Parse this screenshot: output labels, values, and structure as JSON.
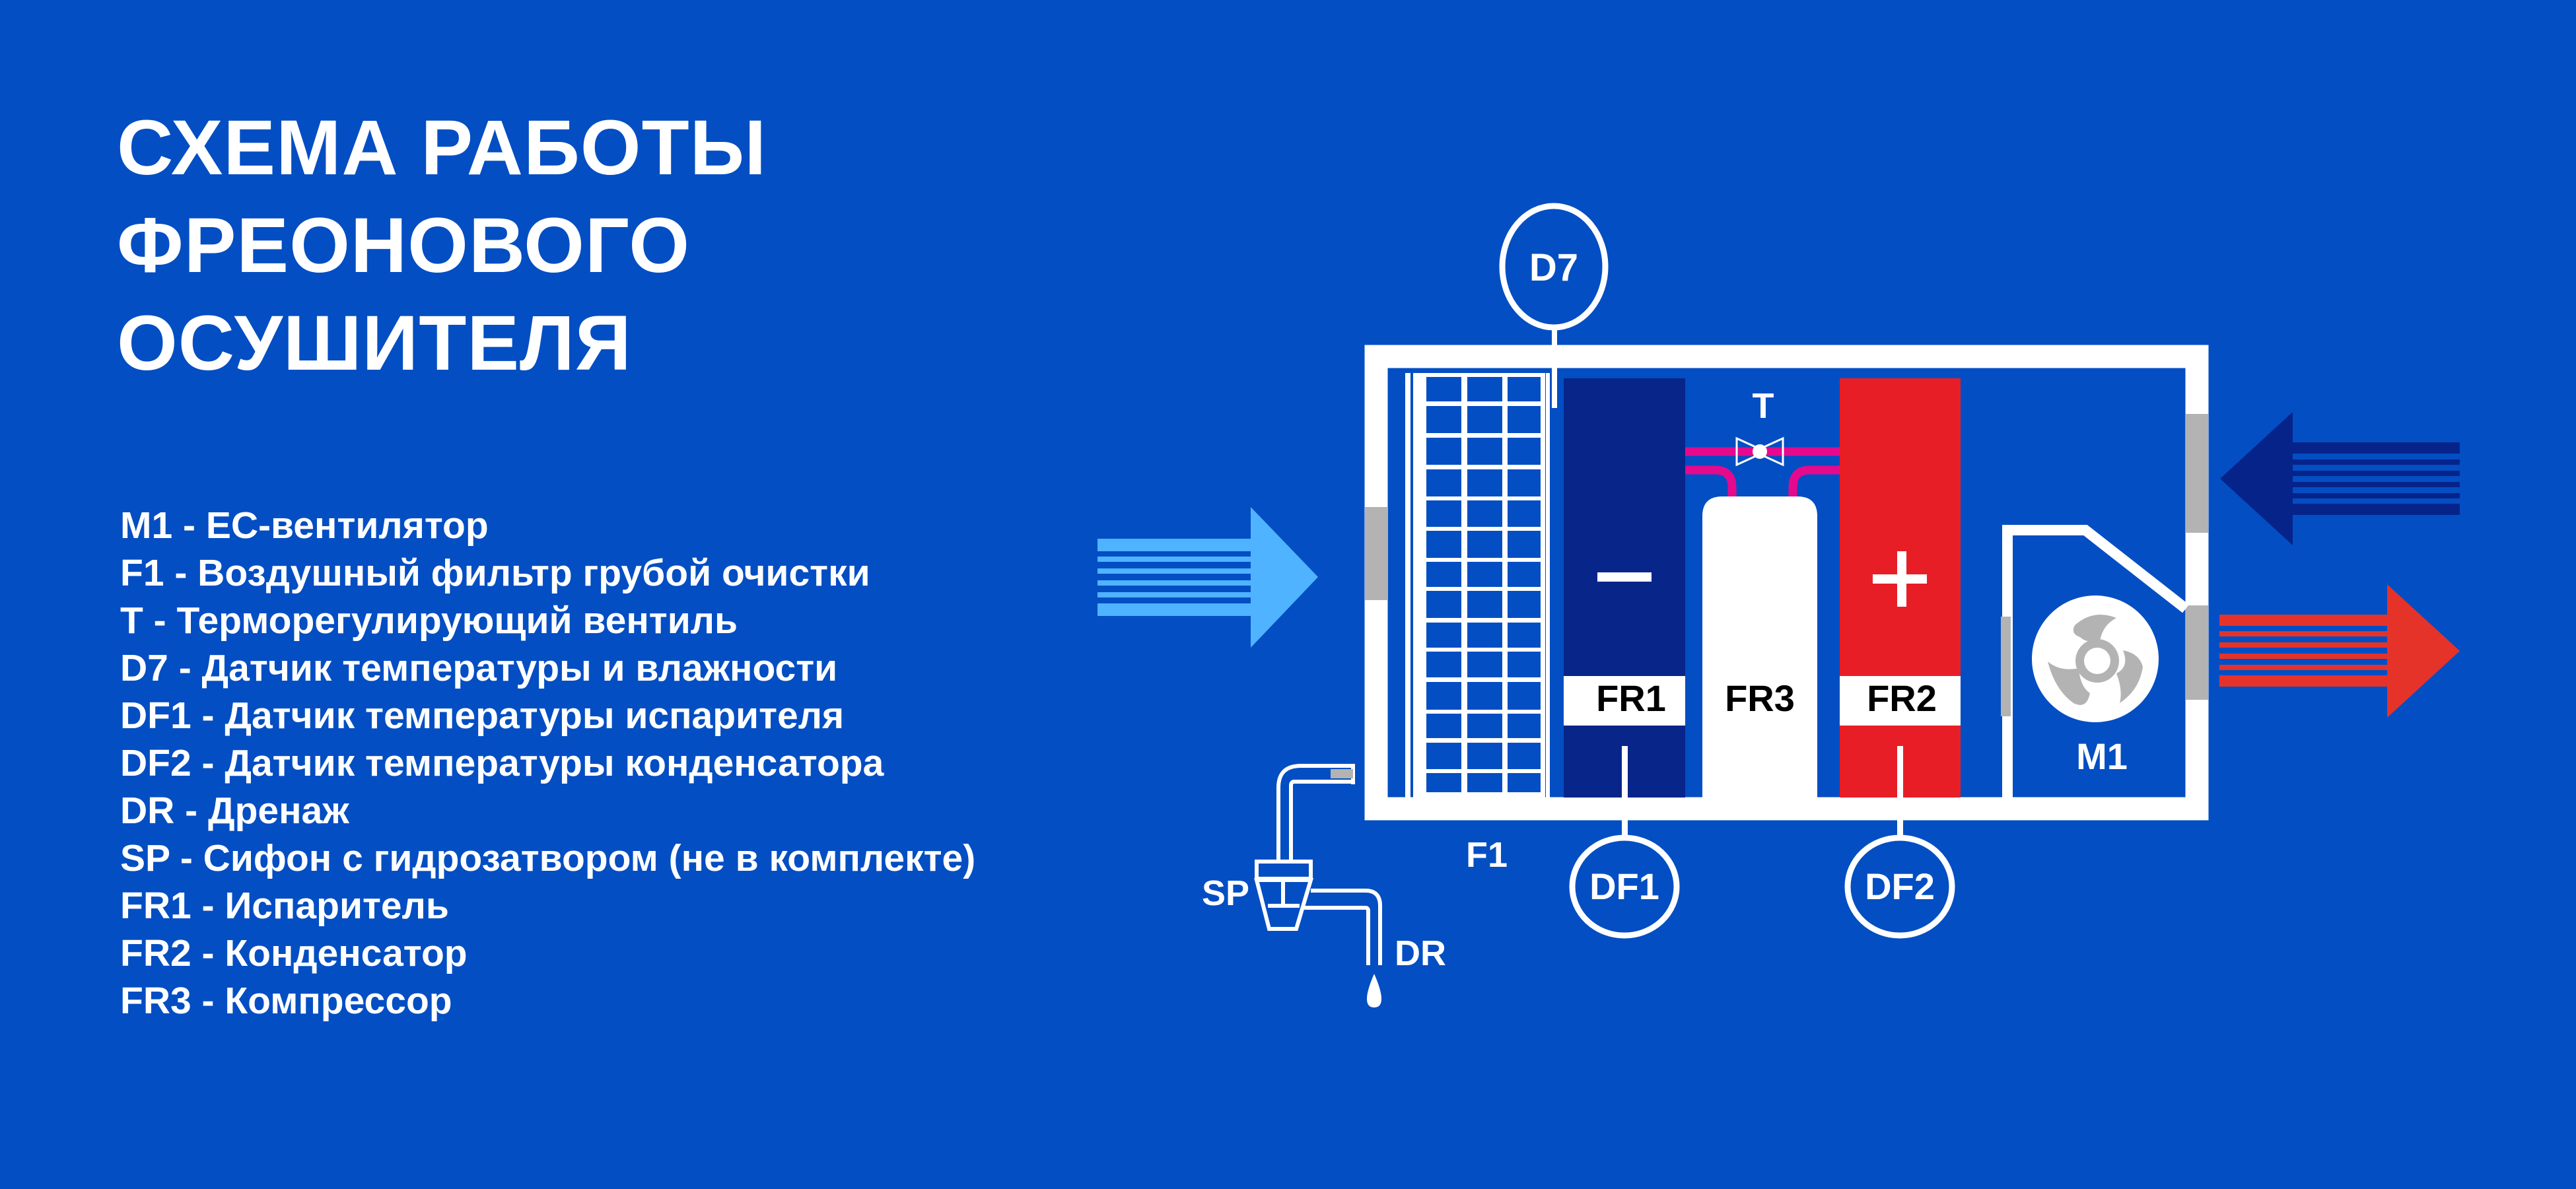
{
  "title": {
    "lines": [
      "СХЕМА РАБОТЫ",
      "ФРЕОНОВОГО",
      "ОСУШИТЕЛЯ"
    ]
  },
  "legend": {
    "items": [
      "M1 - ЕС-вентилятор",
      "F1 -  Воздушный фильтр грубой очистки",
      "T - Терморегулирующий вентиль",
      "D7 - Датчик температуры и влажности",
      "DF1 - Датчик температуры испарителя",
      "DF2  - Датчик температуры конденсатора",
      "DR - Дренаж",
      "SP - Сифон с гидрозатвором (не в комплекте)",
      "FR1 -  Испаритель",
      "FR2 - Конденсатор",
      "FR3 - Компрессор"
    ]
  },
  "diagram": {
    "labels": {
      "d7": "D7",
      "t": "T",
      "fr1": "FR1",
      "fr2": "FR2",
      "fr3": "FR3",
      "m1": "M1",
      "f1": "F1",
      "df1": "DF1",
      "df2": "DF2",
      "sp": "SP",
      "dr": "DR",
      "minus": "−",
      "plus": "+"
    },
    "icons": {
      "fan": "fan-icon",
      "valve": "expansion-valve-icon",
      "drop": "water-drop-icon",
      "intake_arrow": "arrow-right-icon",
      "return_arrow": "arrow-left-icon",
      "outlet_arrow": "arrow-right-icon"
    },
    "colors": {
      "background": "#034ec3",
      "evaporator": "#08258a",
      "condenser": "#e81e26",
      "intake_air": "#4fb3ff",
      "return_air": "#06238a",
      "outlet_air": "#e5332a",
      "refrigerant_pipe": "#e5098e",
      "damper_gray": "#b3b3b3",
      "fan_blade": "#b3b3b3"
    }
  }
}
